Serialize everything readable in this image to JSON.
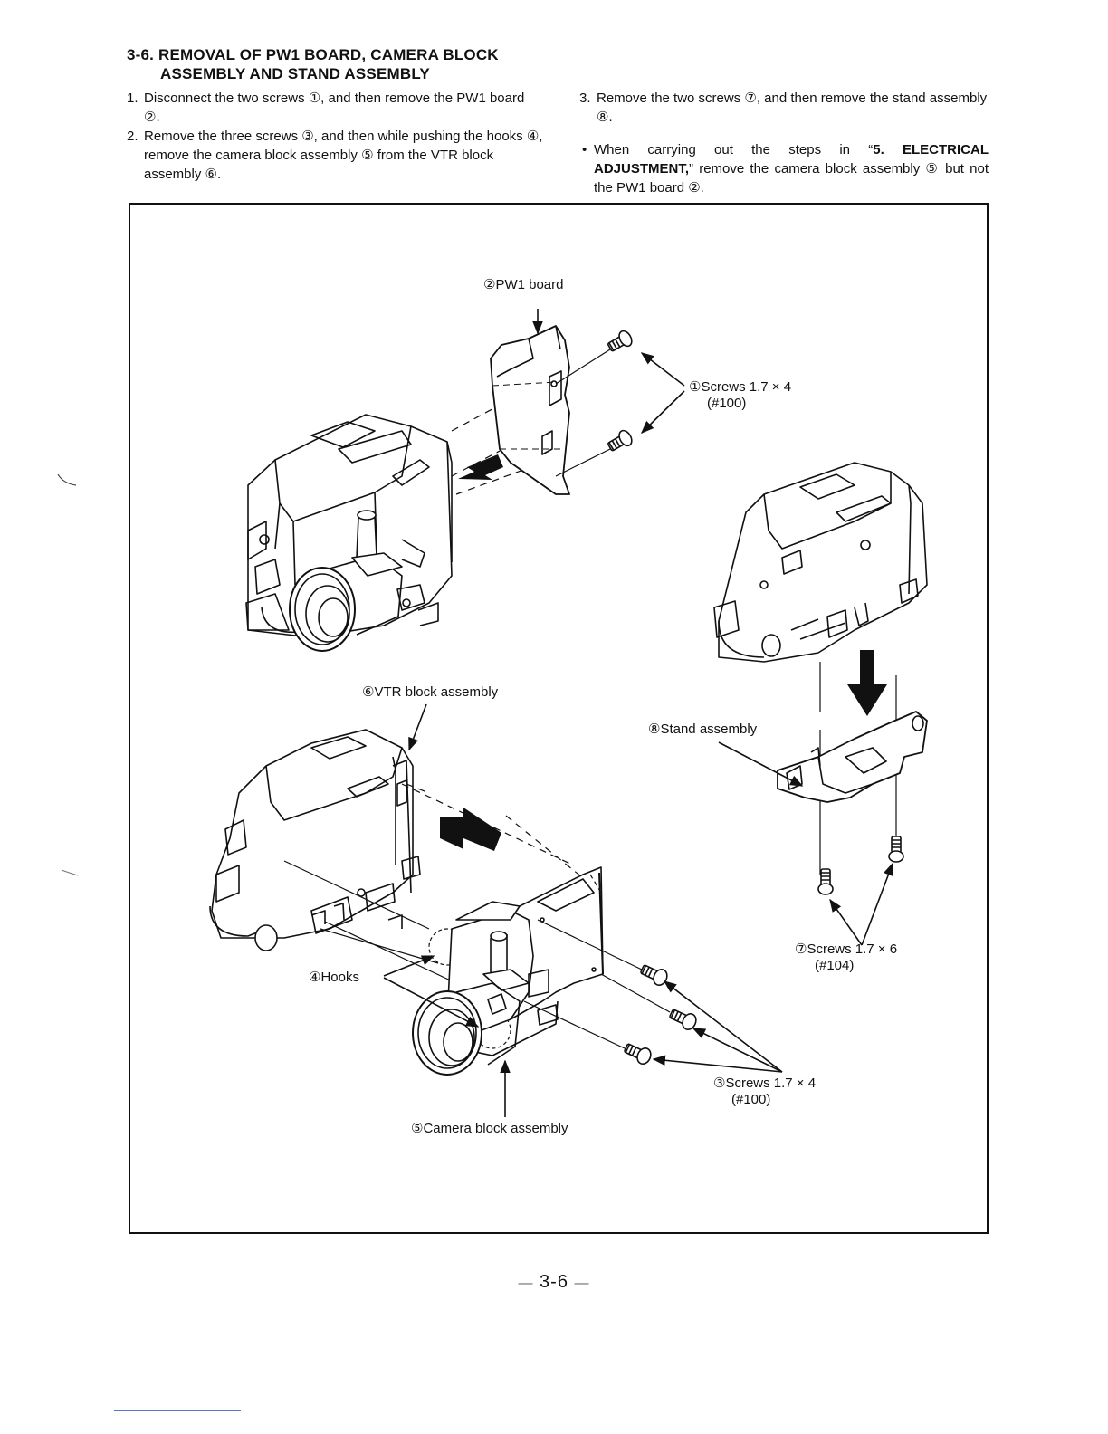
{
  "heading": {
    "line1": "3-6. REMOVAL OF PW1 BOARD, CAMERA BLOCK",
    "line2": "ASSEMBLY AND STAND ASSEMBLY"
  },
  "steps_left": [
    {
      "num": "1.",
      "text": "Disconnect the two screws ①, and then remove the PW1 board ②."
    },
    {
      "num": "2.",
      "text": "Remove the three screws ③, and then while pushing the hooks ④, remove the camera block assembly ⑤ from the VTR block assembly ⑥."
    }
  ],
  "steps_right": [
    {
      "num": "3.",
      "text": "Remove the two screws ⑦, and then remove the stand assembly ⑧."
    }
  ],
  "note": {
    "bullet": "•",
    "pre": "When carrying out the steps in “",
    "bold": "5. ELECTRICAL ADJUSTMENT,",
    "post": "” remove the camera block assembly ⑤ but not the PW1 board ②."
  },
  "labels": {
    "pw1_board": "②PW1 board",
    "screws1_line1": "①Screws 1.7 × 4",
    "screws1_line2": "(#100)",
    "vtr_block": "⑥VTR block assembly",
    "stand_assembly": "⑧Stand assembly",
    "hooks": "④Hooks",
    "screws7_line1": "⑦Screws 1.7 × 6",
    "screws7_line2": "(#104)",
    "screws3_line1": "③Screws 1.7 × 4",
    "screws3_line2": "(#100)",
    "camera_block": "⑤Camera block assembly"
  },
  "page_number": "3-6",
  "page_dash": "—"
}
